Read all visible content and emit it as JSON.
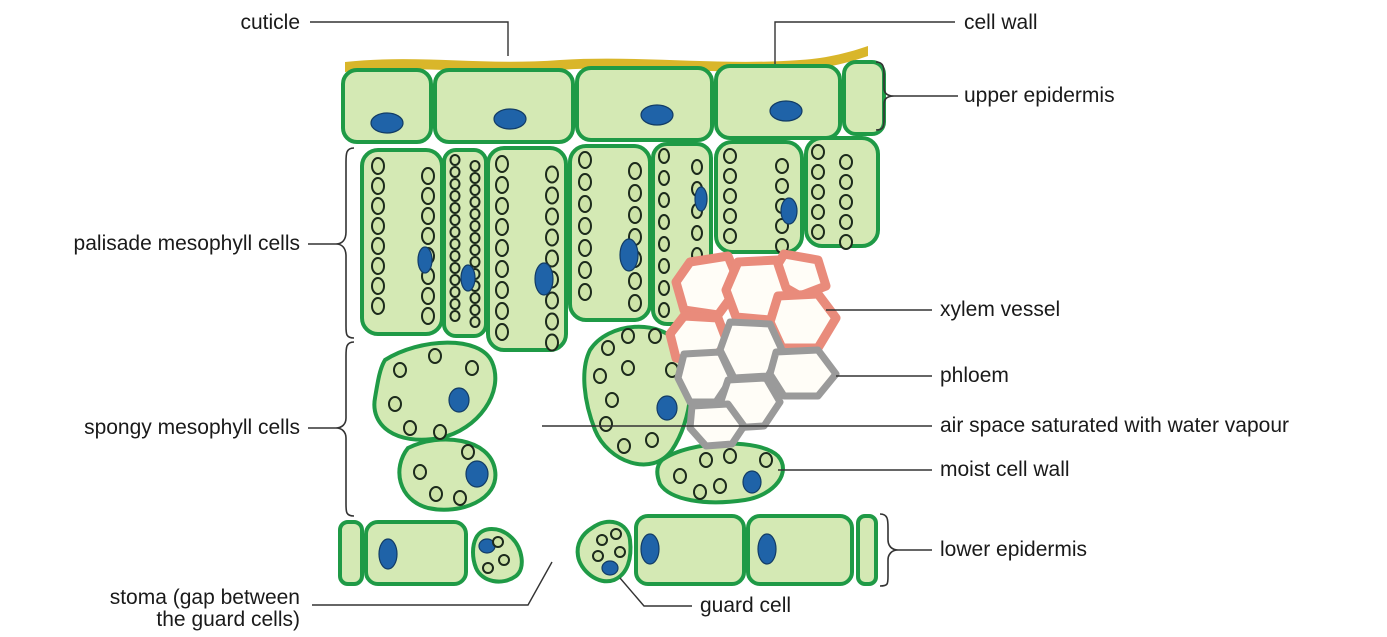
{
  "labels": {
    "cuticle": "cuticle",
    "cell_wall": "cell wall",
    "upper_epidermis": "upper epidermis",
    "palisade": "palisade mesophyll cells",
    "xylem": "xylem vessel",
    "phloem": "phloem",
    "spongy": "spongy mesophyll cells",
    "air_space": "air space saturated with water vapour",
    "moist_wall": "moist cell wall",
    "lower_epidermis": "lower epidermis",
    "stoma_line1": "stoma (gap between",
    "stoma_line2": "the guard cells)",
    "guard_cell": "guard cell"
  },
  "colors": {
    "cell_fill": "#d4e9b4",
    "cell_wall": "#1f9a46",
    "chloroplast_fill": "#cde3a8",
    "nucleus": "#1f63a8",
    "cuticle": "#d9b62a",
    "xylem_fill": "#e98b7b",
    "phloem_fill": "#9a9a9a",
    "vessel_lumen": "#fffdf7",
    "leader_line": "#333333"
  }
}
